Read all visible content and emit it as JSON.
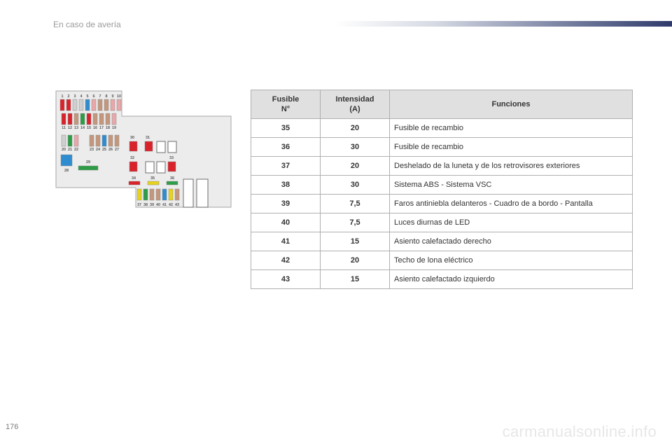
{
  "header": {
    "section_title": "En caso de avería"
  },
  "page_number": "176",
  "watermark": "carmanualsonline.info",
  "colors": {
    "red": "#d9222a",
    "blue": "#2f8ccf",
    "green": "#2e9c47",
    "yellow": "#e7d31b",
    "pink": "#e9a7a9",
    "tan": "#c4977d",
    "grey": "#cfcfcf",
    "header_gradient_end": "#2f3a6b"
  },
  "diagram": {
    "labels": {
      "row1": [
        "1",
        "2",
        "3",
        "4",
        "5",
        "6",
        "7",
        "8",
        "9",
        "10"
      ],
      "row2": [
        "11",
        "12",
        "13",
        "14",
        "15",
        "16",
        "17",
        "18",
        "19"
      ],
      "row3": [
        "20",
        "21",
        "22",
        "23",
        "24",
        "25",
        "26",
        "27"
      ],
      "f28": "28",
      "f29": "29",
      "f30": "30",
      "f31": "31",
      "f32": "32",
      "f33": "33",
      "f34": "34",
      "f35": "35",
      "f36": "36",
      "row4": [
        "37",
        "38",
        "39",
        "40",
        "41",
        "42",
        "43"
      ]
    }
  },
  "table": {
    "headers": {
      "fuse_line1": "Fusible",
      "fuse_line2": "N°",
      "amp_line1": "Intensidad",
      "amp_line2": "(A)",
      "functions": "Funciones"
    },
    "rows": [
      {
        "fuse": "35",
        "amps": "20",
        "function": "Fusible de recambio"
      },
      {
        "fuse": "36",
        "amps": "30",
        "function": "Fusible de recambio"
      },
      {
        "fuse": "37",
        "amps": "20",
        "function": "Deshelado de la luneta y de los retrovisores exteriores"
      },
      {
        "fuse": "38",
        "amps": "30",
        "function": "Sistema ABS - Sistema VSC"
      },
      {
        "fuse": "39",
        "amps": "7,5",
        "function": "Faros antiniebla delanteros - Cuadro de a bordo - Pantalla"
      },
      {
        "fuse": "40",
        "amps": "7,5",
        "function": "Luces diurnas de LED"
      },
      {
        "fuse": "41",
        "amps": "15",
        "function": "Asiento calefactado derecho"
      },
      {
        "fuse": "42",
        "amps": "20",
        "function": "Techo de lona eléctrico"
      },
      {
        "fuse": "43",
        "amps": "15",
        "function": "Asiento calefactado izquierdo"
      }
    ]
  }
}
